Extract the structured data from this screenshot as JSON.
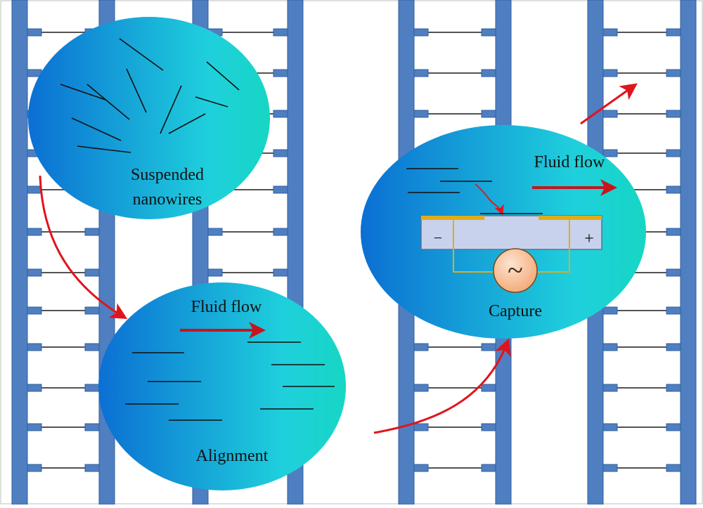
{
  "colors": {
    "rail": "#4f7fc1",
    "rail_edge": "#2f5f9f",
    "rung": "#1a1a1a",
    "arrow": "#e0141c",
    "flow_arrow": "#c8141c",
    "bubble_dark": "#0b6fd3",
    "bubble_light": "#1fd0dc",
    "electrode": "#e0ad18",
    "substrate": "#c8d2ec",
    "source": "#f7c29a"
  },
  "icons": {
    "ac_source": "sine-wave-icon"
  },
  "labels": {
    "suspended_line1": "Suspended",
    "suspended_line2": "nanowires",
    "alignment_flow": "Fluid flow",
    "alignment": "Alignment",
    "capture_flow": "Fluid flow",
    "capture": "Capture",
    "minus": "−",
    "plus": "+",
    "source_symbol": "~"
  }
}
